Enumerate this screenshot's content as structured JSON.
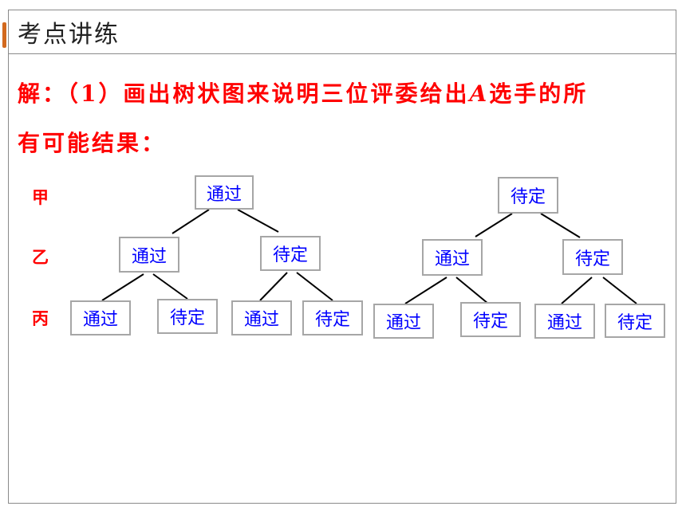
{
  "header": {
    "title": "考点讲练"
  },
  "solution": {
    "prefix": "解：（1）画出树状图来说明三位评委给出",
    "var_a": "A",
    "suffix": "选手的所",
    "line2": "有可能结果："
  },
  "levels": [
    "甲",
    "乙",
    "丙"
  ],
  "tree": {
    "left": {
      "root": "通过",
      "children": [
        {
          "label": "通过",
          "leaves": [
            "通过",
            "待定"
          ]
        },
        {
          "label": "待定",
          "leaves": [
            "通过",
            "待定"
          ]
        }
      ]
    },
    "right": {
      "root": "待定",
      "children": [
        {
          "label": "通过",
          "leaves": [
            "通过",
            "待定"
          ]
        },
        {
          "label": "待定",
          "leaves": [
            "通过",
            "待定"
          ]
        }
      ]
    }
  },
  "colors": {
    "node_text": "#0000ff",
    "emphasis": "#ff0000",
    "border": "#a6a6a6"
  }
}
